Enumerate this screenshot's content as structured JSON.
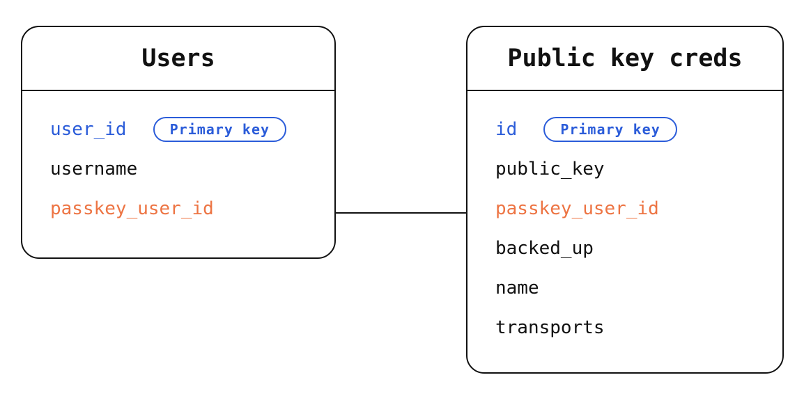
{
  "diagram": {
    "type": "entity-relationship",
    "colors": {
      "primary_key_blue": "#2b5cd9",
      "foreign_key_orange": "#ed7443",
      "line_black": "#111111",
      "background": "#ffffff"
    },
    "tables": [
      {
        "title": "Users",
        "fields": [
          {
            "name": "user_id",
            "role": "primary",
            "badge": "Primary key"
          },
          {
            "name": "username",
            "role": "normal"
          },
          {
            "name": "passkey_user_id",
            "role": "foreign"
          }
        ]
      },
      {
        "title": "Public key creds",
        "fields": [
          {
            "name": "id",
            "role": "primary",
            "badge": "Primary key"
          },
          {
            "name": "public_key",
            "role": "normal"
          },
          {
            "name": "passkey_user_id",
            "role": "foreign"
          },
          {
            "name": "backed_up",
            "role": "normal"
          },
          {
            "name": "name",
            "role": "normal"
          },
          {
            "name": "transports",
            "role": "normal"
          }
        ]
      }
    ],
    "relationship": {
      "from_table": "Users",
      "from_field": "passkey_user_id",
      "to_table": "Public key creds",
      "to_field": "passkey_user_id"
    }
  }
}
